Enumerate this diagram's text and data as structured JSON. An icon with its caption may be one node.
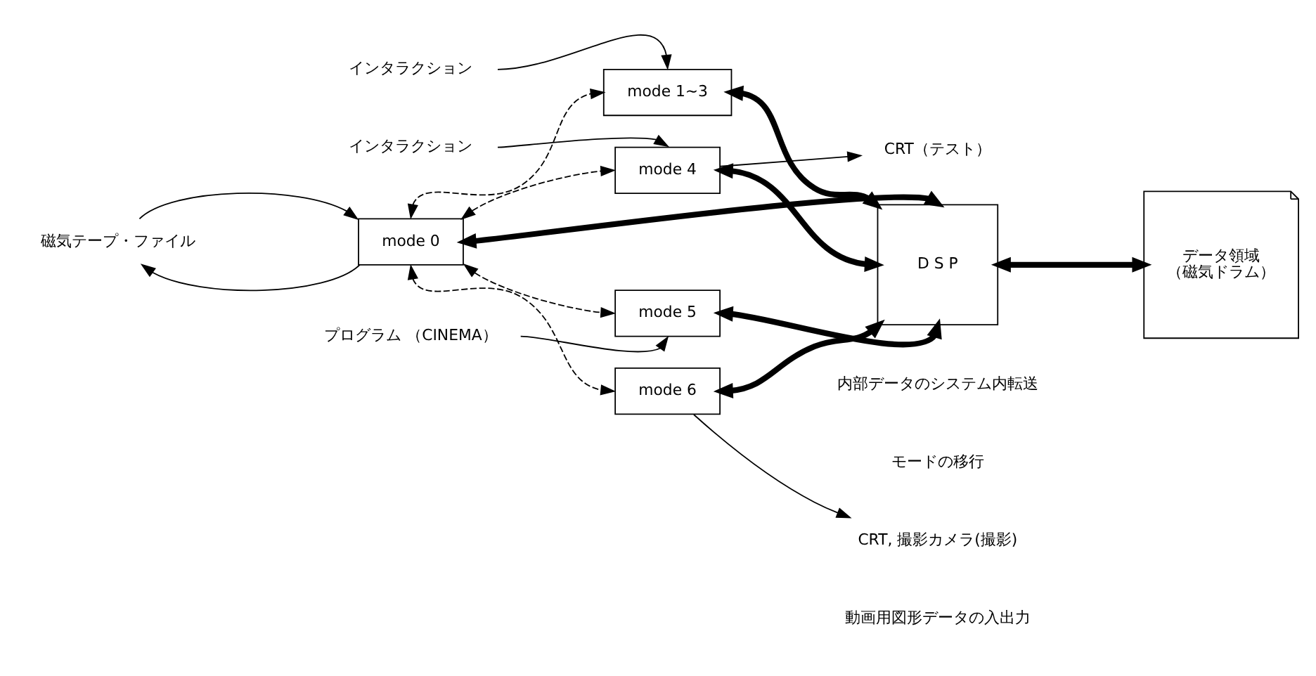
{
  "diagram": {
    "nodes": [
      {
        "text": [
          "mode 0"
        ]
      },
      {
        "text": [
          "mode 1~3"
        ]
      },
      {
        "text": [
          "mode 4"
        ]
      },
      {
        "text": [
          "mode 5"
        ]
      },
      {
        "text": [
          "mode 6"
        ]
      },
      {
        "text": [
          "D S P"
        ]
      },
      {
        "text": [
          "データ領域",
          "（磁気ドラム）"
        ]
      },
      {
        "text": [
          "磁気テープ・ファイル"
        ]
      },
      {
        "text": [
          "インタラクション"
        ]
      },
      {
        "text": [
          "インタラクション"
        ]
      },
      {
        "text": [
          "CRT（テスト）"
        ]
      },
      {
        "text": [
          "プログラム （CINEMA）"
        ]
      },
      {
        "text": [
          "CRT, 撮影カメラ(撮影)"
        ]
      }
    ],
    "edges": [
      {
        "from": 0,
        "to": 1,
        "arrow": "both",
        "style": "dashed"
      },
      {
        "from": 0,
        "to": 2,
        "arrow": "both",
        "style": "dashed"
      },
      {
        "from": 0,
        "to": 3,
        "arrow": "both",
        "style": "dashed"
      },
      {
        "from": 0,
        "to": 4,
        "arrow": "both",
        "style": "dashed"
      },
      {
        "from": 0,
        "to": 5,
        "arrow": "both",
        "style": "thick"
      },
      {
        "from": 1,
        "to": 5,
        "arrow": "both",
        "style": "thick"
      },
      {
        "from": 2,
        "to": 5,
        "arrow": "both",
        "style": "thick"
      },
      {
        "from": 3,
        "to": 5,
        "arrow": "both",
        "style": "thick"
      },
      {
        "from": 4,
        "to": 5,
        "arrow": "both",
        "style": "thick"
      },
      {
        "from": 5,
        "to": 6,
        "arrow": "both",
        "style": "thick"
      },
      {
        "from": 7,
        "to": 0,
        "arrow": "to"
      },
      {
        "from": 0,
        "to": 7,
        "arrow": "to"
      },
      {
        "from": 8,
        "to": 1,
        "arrow": "to"
      },
      {
        "from": 9,
        "to": 2,
        "arrow": "to"
      },
      {
        "from": 2,
        "to": 10,
        "arrow": "to"
      },
      {
        "from": 11,
        "to": 3,
        "arrow": "to"
      },
      {
        "from": 4,
        "to": 12,
        "arrow": "to"
      }
    ],
    "legend": [
      {
        "text": "内部データのシステム内転送"
      },
      {
        "text": "モードの移行"
      },
      {
        "text": "動画用図形データの入出力"
      }
    ]
  }
}
